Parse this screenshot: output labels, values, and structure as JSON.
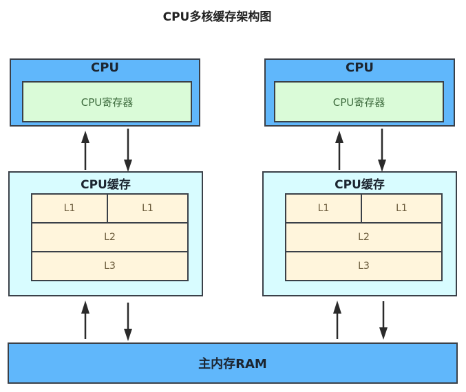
{
  "title": "CPU多核缓存架构图",
  "cores": [
    {
      "cpu_label": "CPU",
      "register_label": "CPU寄存器",
      "cache_label": "CPU缓存",
      "l1_left": "L1",
      "l1_right": "L1",
      "l2": "L2",
      "l3": "L3"
    },
    {
      "cpu_label": "CPU",
      "register_label": "CPU寄存器",
      "cache_label": "CPU缓存",
      "l1_left": "L1",
      "l1_right": "L1",
      "l2": "L2",
      "l3": "L3"
    }
  ],
  "ram_label": "主内存RAM",
  "colors": {
    "cpu_fill": "#60b7fb",
    "register_fill": "#dafbd8",
    "cache_fill": "#d8fcff",
    "level_fill": "#fff5dc",
    "border": "#3a4048"
  }
}
